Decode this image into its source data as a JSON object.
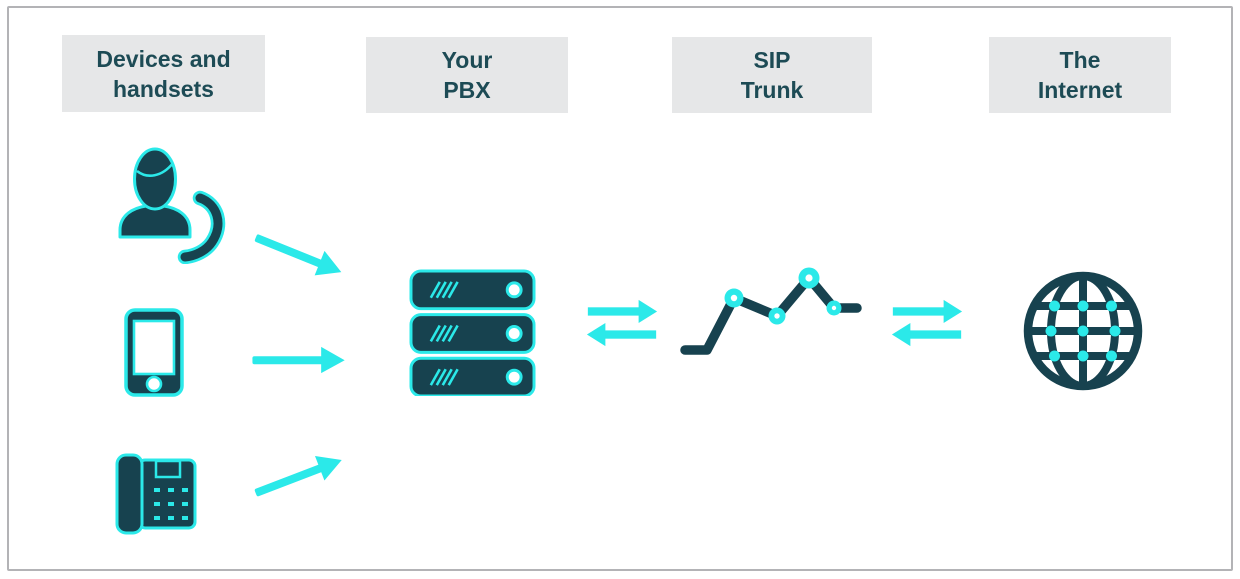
{
  "header": {
    "boxes": [
      {
        "id": "devices",
        "line1": "Devices and",
        "line2": "handsets"
      },
      {
        "id": "pbx",
        "line1": "Your",
        "line2": "PBX"
      },
      {
        "id": "siptrunk",
        "line1": "SIP",
        "line2": "Trunk"
      },
      {
        "id": "internet",
        "line1": "The",
        "line2": "Internet"
      }
    ]
  },
  "icons": {
    "devices_column": [
      "user-with-handset-icon",
      "smartphone-icon",
      "desk-phone-icon"
    ],
    "pbx": "server-stack-icon",
    "sip_trunk": "line-graph-icon",
    "internet": "globe-icon",
    "device_to_pbx": "arrow-right-icon",
    "bidirectional_links": "transfer-arrows-icon"
  },
  "colors": {
    "dark": "#17424f",
    "text": "#1d4b55",
    "cyan": "#2be9e9",
    "box-bg": "#e6e7e8",
    "frame-border": "#b3b3b6",
    "white": "#ffffff"
  }
}
